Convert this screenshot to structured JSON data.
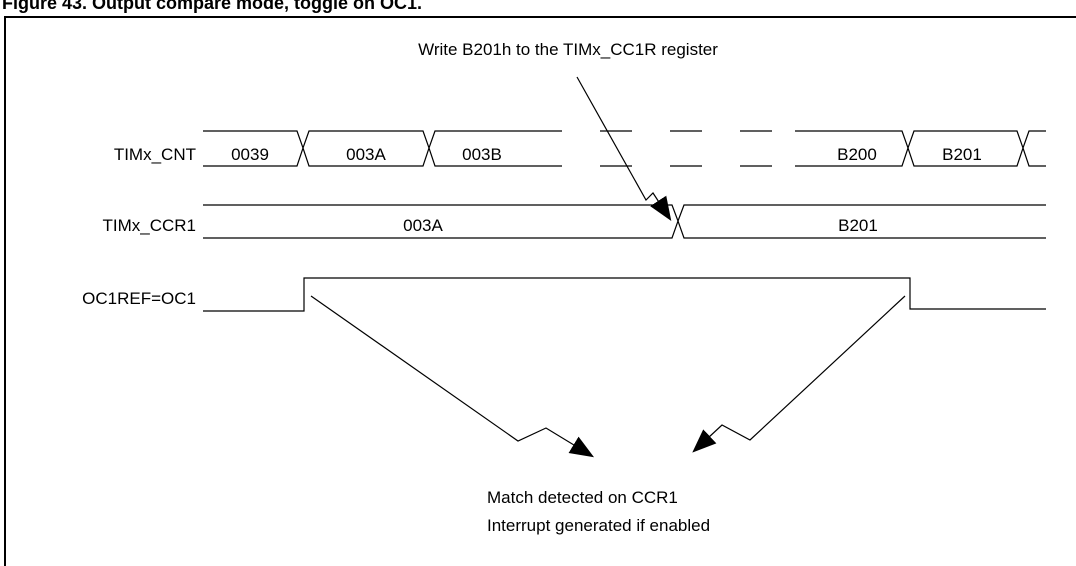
{
  "figure": {
    "title": "Figure 43. Output compare mode, toggle on OC1."
  },
  "annotations": {
    "write_note": "Write B201h to the TIMx_CC1R register",
    "match_line1": "Match detected on CCR1",
    "match_line2": "Interrupt generated if enabled"
  },
  "signals": {
    "cnt": {
      "label": "TIMx_CNT",
      "values": [
        "0039",
        "003A",
        "003B",
        "B200",
        "B201"
      ]
    },
    "ccr1": {
      "label": "TIMx_CCR1",
      "values": [
        "003A",
        "B201"
      ]
    },
    "oc1ref": {
      "label": "OC1REF=OC1"
    }
  }
}
